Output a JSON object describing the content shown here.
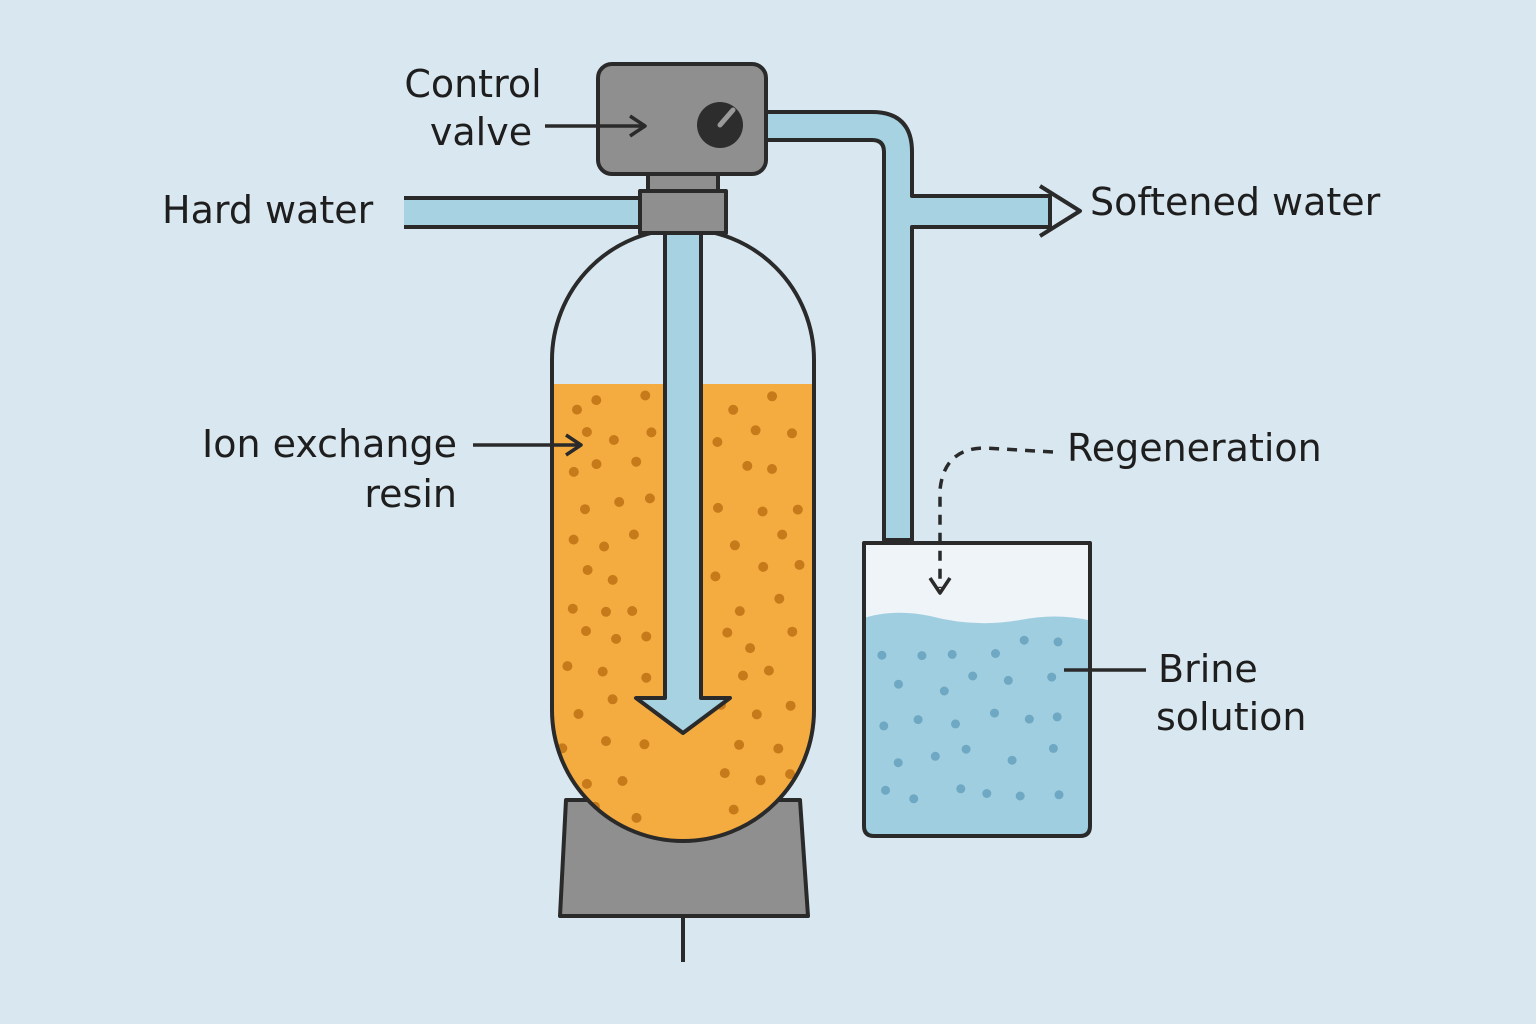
{
  "colors": {
    "background": "#d9e8f0",
    "water": "#a6d2e2",
    "resin": "#f4ac40",
    "resin_dot": "#c77a1a",
    "brine": "#9fcee0",
    "brine_dot": "#6fa8c2",
    "metal": "#8f8f8f",
    "outline": "#2a2a2a"
  },
  "labels": {
    "control_valve": [
      "Control",
      "valve"
    ],
    "hard_water": "Hard water",
    "softened_water": "Softened water",
    "ion_exchange_resin": [
      "Ion exchange",
      "resin"
    ],
    "regeneration": "Regeneration",
    "brine_solution": [
      "Brine",
      "solution"
    ]
  },
  "icons": {
    "valve_dial": "dial-icon",
    "flow_arrow": "arrow-down-icon"
  }
}
